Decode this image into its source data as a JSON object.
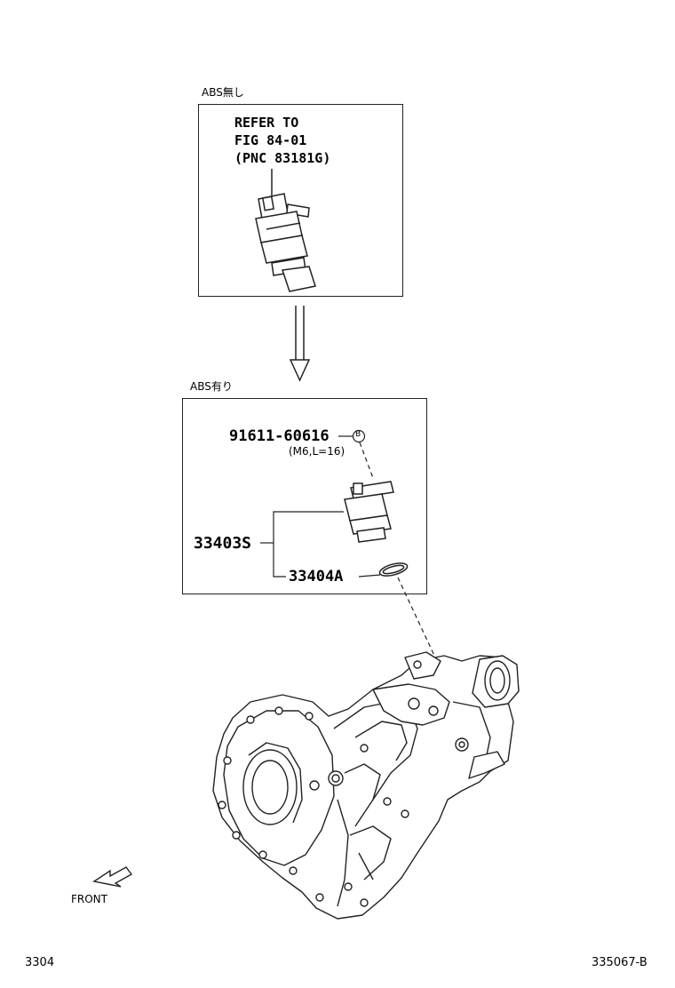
{
  "sections": {
    "without_abs_label": "ABS無し",
    "with_abs_label": "ABS有り"
  },
  "refer_box": {
    "line1": "REFER TO",
    "line2": "FIG 84-01",
    "line3": "(PNC 83181G)"
  },
  "parts": {
    "bolt_number": "91611-60616",
    "bolt_marker": "B",
    "bolt_spec": "(M6,L=16)",
    "sensor_number": "33403S",
    "ring_number": "33404A"
  },
  "orientation": {
    "front_label": "FRONT"
  },
  "footer": {
    "page_code": "3304",
    "figure_code": "335067-B"
  }
}
